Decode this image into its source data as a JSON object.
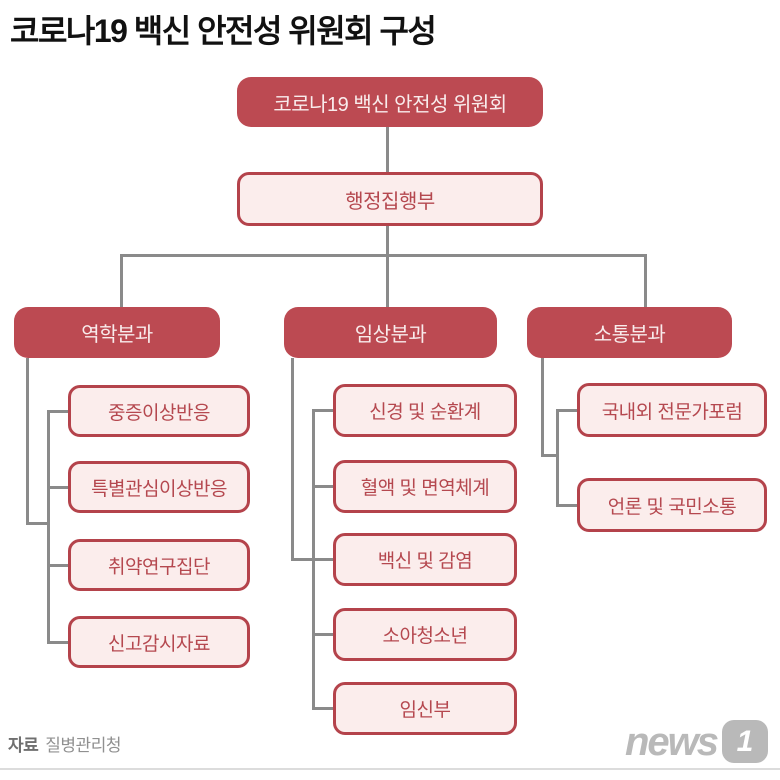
{
  "title": "코로나19 백신 안전성 위원회 구성",
  "org_chart": {
    "root": {
      "label": "코로나19 백신 안전성 위원회"
    },
    "executive": {
      "label": "행정집행부"
    },
    "branches": [
      {
        "label": "역학분과",
        "children": [
          "중증이상반응",
          "특별관심이상반응",
          "취약연구집단",
          "신고감시자료"
        ]
      },
      {
        "label": "임상분과",
        "children": [
          "신경 및 순환계",
          "혈액 및 면역체계",
          "백신 및 감염",
          "소아청소년",
          "임신부"
        ]
      },
      {
        "label": "소통분과",
        "children": [
          "국내외 전문가포럼",
          "언론 및 국민소통"
        ]
      }
    ]
  },
  "footer": {
    "source_label": "자료",
    "source_value": "질병관리청"
  },
  "logo": {
    "text": "news",
    "badge": "1"
  },
  "colors": {
    "dark_red_fill": "#bc4a52",
    "pink_fill": "#fbedec",
    "red_border": "#b4434b",
    "red_text": "#b5484f",
    "dark_box_text": "#f9ecec",
    "connector_gray": "#8a8a8a",
    "footer_gray": "#909090",
    "logo_gray": "#b9b9b9"
  }
}
